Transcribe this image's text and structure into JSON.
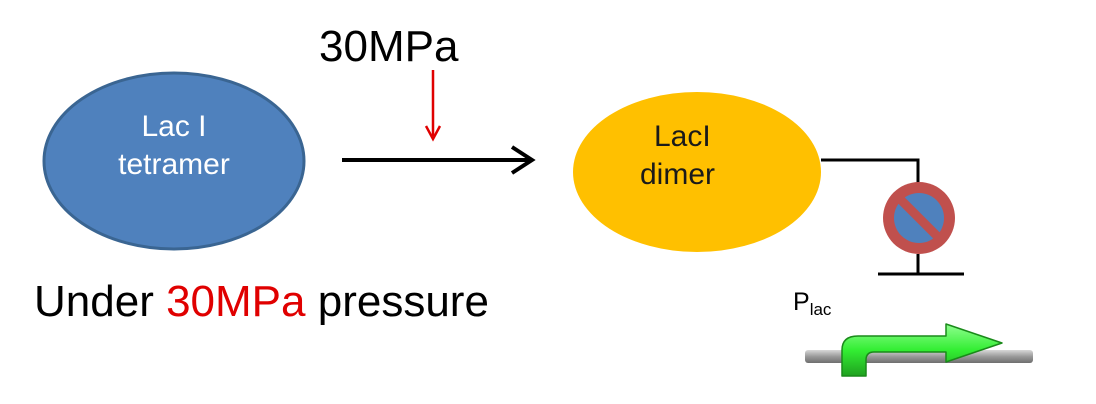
{
  "tetramer": {
    "line1": "Lac I",
    "line2": "tetramer"
  },
  "dimer": {
    "line1": "LacI",
    "line2": "dimer"
  },
  "pressure_label": "30MPa",
  "caption": {
    "prefix": "Under ",
    "highlight": "30MPa",
    "suffix": " pressure"
  },
  "promoter": {
    "base": "P",
    "sub": "lac"
  },
  "colors": {
    "tetramer_fill": "#4f81bd",
    "tetramer_stroke": "#3a6592",
    "dimer_fill": "#ffc000",
    "pressure_arrow": "#e00000",
    "caption_highlight": "#e00000",
    "inhibit_ring": "#c0504d",
    "inhibit_fill": "#4f81bd",
    "transcription_arrow": "#33ee33"
  },
  "icons": [
    "no-entry-icon",
    "transcription-arrow-icon"
  ]
}
